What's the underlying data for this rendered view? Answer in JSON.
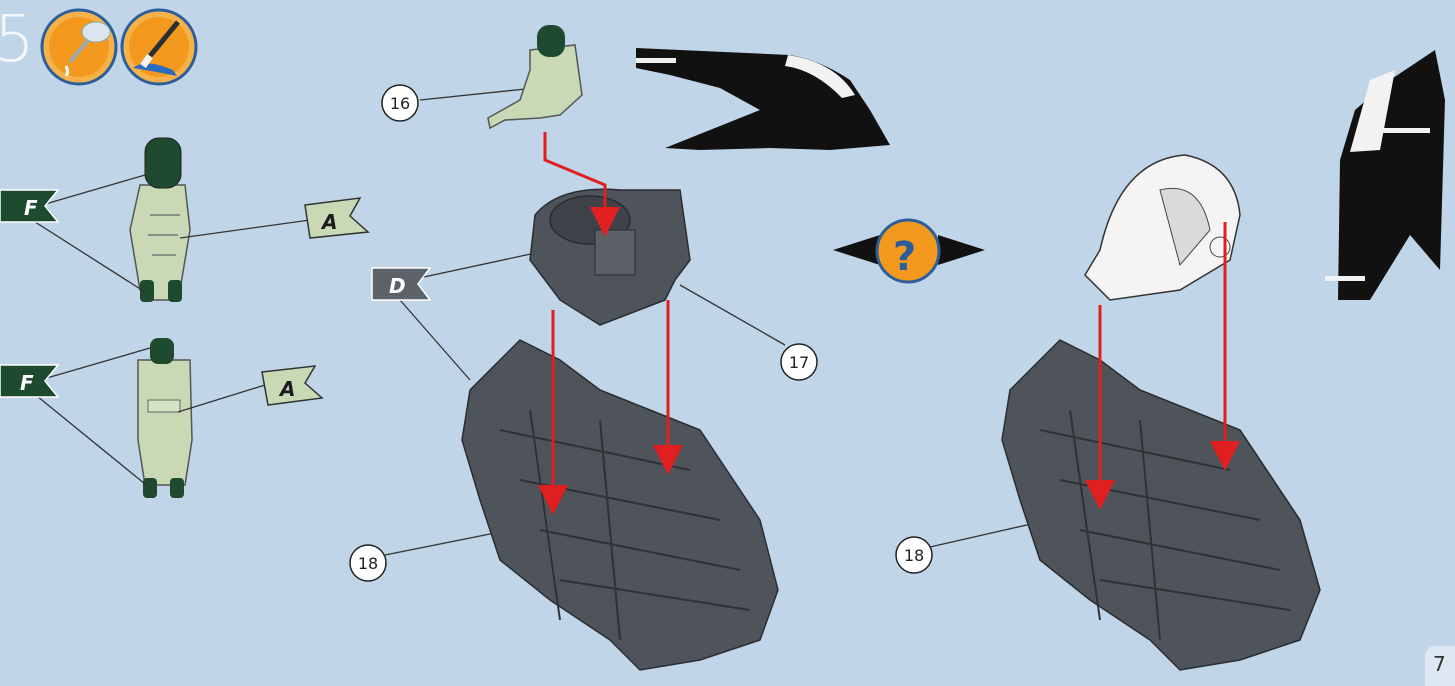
{
  "step": {
    "number": "5"
  },
  "page": {
    "number": "7"
  },
  "paint_icons": [
    {
      "name": "glue-icon"
    },
    {
      "name": "paint-brush-icon"
    }
  ],
  "color_flags": {
    "F": "F",
    "A": "A",
    "D": "D"
  },
  "callouts": {
    "part16": "16",
    "part17": "17",
    "part18_left": "18",
    "part18_right": "18"
  },
  "question_mark": "?",
  "colors": {
    "background": "#c0d5e8",
    "flag_dark_green": "#1e4a30",
    "flag_pale_green": "#c9d9b5",
    "flag_gray": "#5d6168",
    "part_gray": "#4f535a",
    "arrow_red": "#e02020",
    "icon_orange": "#f39a1e"
  }
}
